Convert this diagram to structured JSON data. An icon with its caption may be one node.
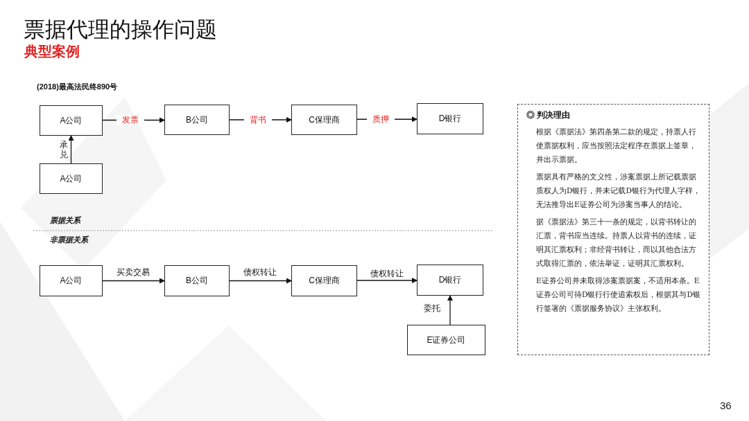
{
  "diagram": {
    "title": "票据代理的操作问题",
    "nodes": [
      {
        "text": [
          "A公司"
        ]
      },
      {
        "text": [
          "B公司"
        ]
      },
      {
        "text": [
          "C保理商"
        ]
      },
      {
        "text": [
          "D银行"
        ]
      },
      {
        "text": [
          "A公司"
        ]
      },
      {
        "text": [
          "A公司"
        ]
      },
      {
        "text": [
          "B公司"
        ]
      },
      {
        "text": [
          "C保理商"
        ]
      },
      {
        "text": [
          "D银行"
        ]
      },
      {
        "text": [
          "E证券公司"
        ]
      },
      {
        "text": [
          "◎ 判决理由",
          "根据《票据法》第四条第二款的规定，持票人行使票据权利，应当按照法定程序在票据上签章，并出示票据。",
          "票据具有严格的文义性，涉案票据上所记载票据质权人为D银行，并未记载D银行为代理人字样，无法推导出E证券公司为涉案当事人的结论。",
          "据《票据法》第三十一条的规定，以背书转让的汇票，背书应当连续。持票人以背书的连续，证明其汇票权利；非经背书转让，而以其他合法方式取得汇票的，依法举证，证明其汇票权利。",
          "E证券公司并未取得涉案票据案，不适用本条。E证券公司可待D银行行使追索权后，根据其与D银行签署的《票据服务协议》主张权利。"
        ]
      }
    ],
    "edges": [
      {
        "from": 0,
        "to": 1,
        "arrow": "to",
        "label": "发票"
      },
      {
        "from": 1,
        "to": 2,
        "arrow": "to",
        "label": "背书"
      },
      {
        "from": 2,
        "to": 3,
        "arrow": "to",
        "label": "质押"
      },
      {
        "from": 4,
        "to": 0,
        "arrow": "to",
        "label": "承兑"
      },
      {
        "from": 5,
        "to": 6,
        "arrow": "to",
        "label": "买卖交易"
      },
      {
        "from": 6,
        "to": 7,
        "arrow": "to",
        "label": "债权转让"
      },
      {
        "from": 7,
        "to": 8,
        "arrow": "to",
        "label": "债权转让"
      },
      {
        "from": 9,
        "to": 8,
        "arrow": "to",
        "label": "委托"
      }
    ],
    "labels": [
      "典型案例",
      "(2018)最高法民终890号",
      "票据关系",
      "非票据关系",
      "36"
    ]
  }
}
